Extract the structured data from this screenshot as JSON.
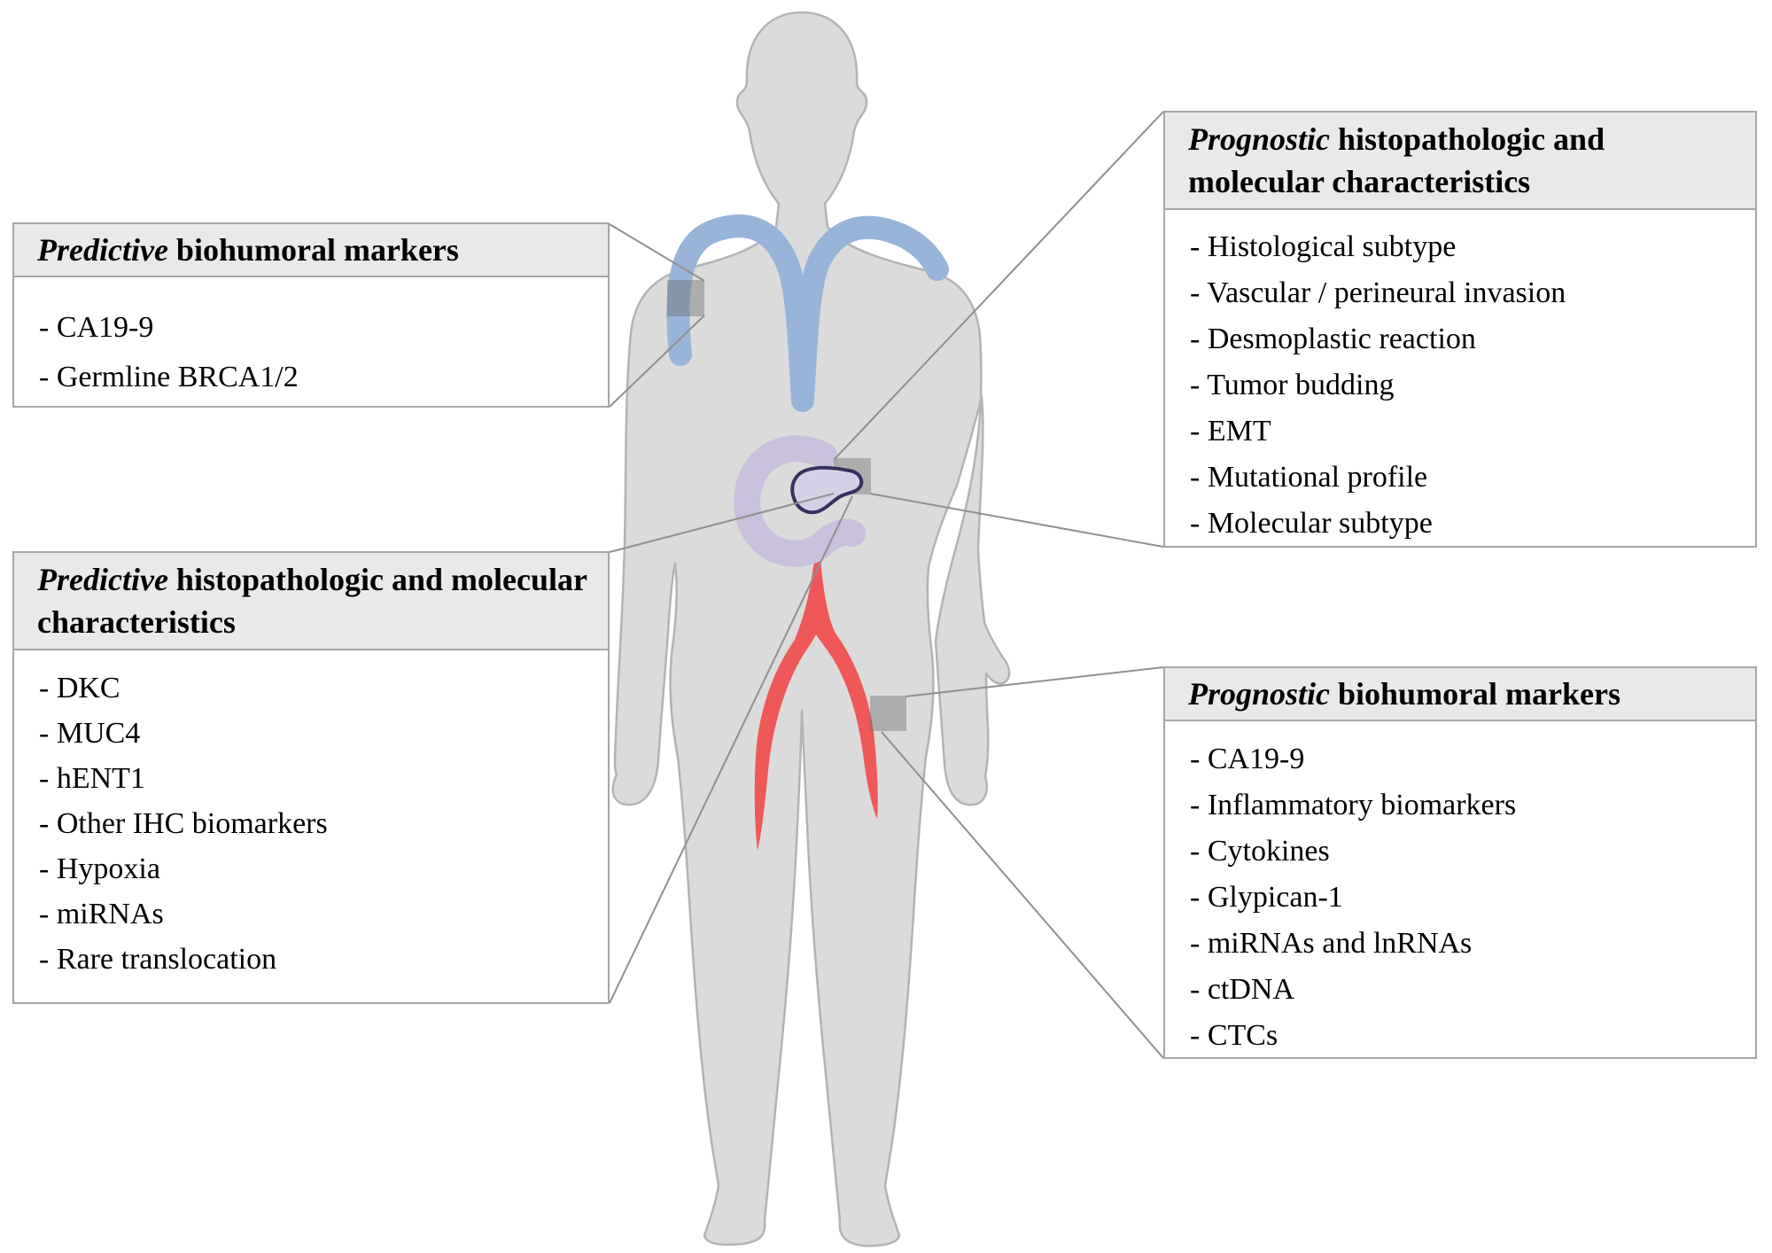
{
  "palette": {
    "body_fill": "#dbdbdb",
    "body_stroke": "#b3b3b3",
    "vein_blue": "#98b4d8",
    "artery_red": "#ef5858",
    "duodenum_lavender": "#c8c0dc",
    "pancreas_fill": "#d6d0e6",
    "pancreas_outline": "#38315e",
    "marker_gray": "rgba(110,110,110,0.42)",
    "connector_gray": "#8f8f8f",
    "box_border": "#a6a6a6",
    "header_bg": "#e9e9e9",
    "box_bg": "#ffffff",
    "text_color": "#000000"
  },
  "boxes": {
    "predictive_biohumoral": {
      "title_emphasis": "Predictive",
      "title_rest": " biohumoral markers",
      "items": [
        "- CA19-9",
        "- Germline BRCA1/2"
      ]
    },
    "predictive_histopath": {
      "title_emphasis": "Predictive",
      "title_rest": " histopathologic and molecular characteristics",
      "items": [
        "- DKC",
        "- MUC4",
        "- hENT1",
        "- Other IHC biomarkers",
        "- Hypoxia",
        "- miRNAs",
        "- Rare translocation"
      ]
    },
    "prognostic_histopath": {
      "title_emphasis": "Prognostic",
      "title_rest": " histopathologic and molecular characteristics",
      "items": [
        "- Histological subtype",
        "- Vascular / perineural invasion",
        "- Desmoplastic reaction",
        "- Tumor budding",
        "- EMT",
        "- Mutational profile",
        "- Molecular subtype"
      ]
    },
    "prognostic_biohumoral": {
      "title_emphasis": "Prognostic",
      "title_rest": " biohumoral markers",
      "items": [
        "- CA19-9",
        "- Inflammatory biomarkers",
        "- Cytokines",
        "- Glypican-1",
        "- miRNAs and lnRNAs",
        "- ctDNA",
        "- CTCs"
      ]
    }
  }
}
